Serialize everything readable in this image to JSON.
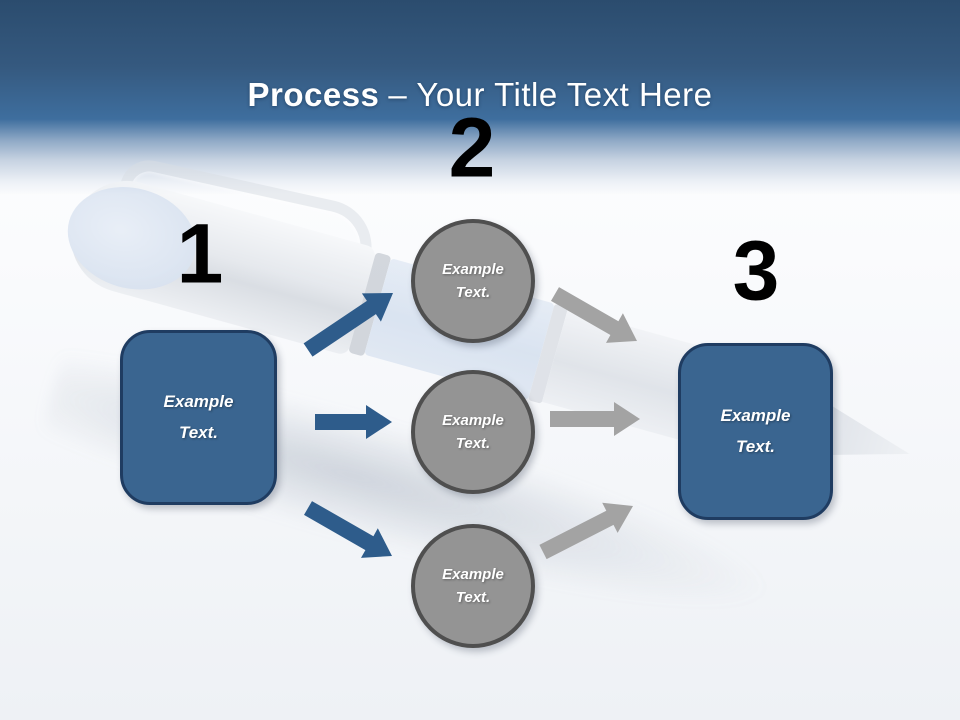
{
  "title": {
    "emphasis": "Process",
    "rest": "– Your Title Text Here"
  },
  "steps": [
    {
      "number": "1",
      "shape": "rounded-box",
      "label": "Example Text."
    },
    {
      "number": "2",
      "shape": "circle-group",
      "labels": [
        "Example Text.",
        "Example Text.",
        "Example Text."
      ]
    },
    {
      "number": "3",
      "shape": "rounded-box",
      "label": "Example Text."
    }
  ],
  "background": {
    "watermark": "fountain-pen"
  },
  "colors": {
    "header_top": "#2B4C6E",
    "header_mid": "#3E6E9E",
    "box_fill": "#3A6590",
    "box_border": "#1F3C61",
    "circle_fill": "#949494",
    "circle_border": "#4F4F4F",
    "arrow_blue": "#2E5C8B",
    "arrow_gray": "#A3A3A3",
    "number_color": "#000000",
    "title_color": "#FFFFFF"
  }
}
